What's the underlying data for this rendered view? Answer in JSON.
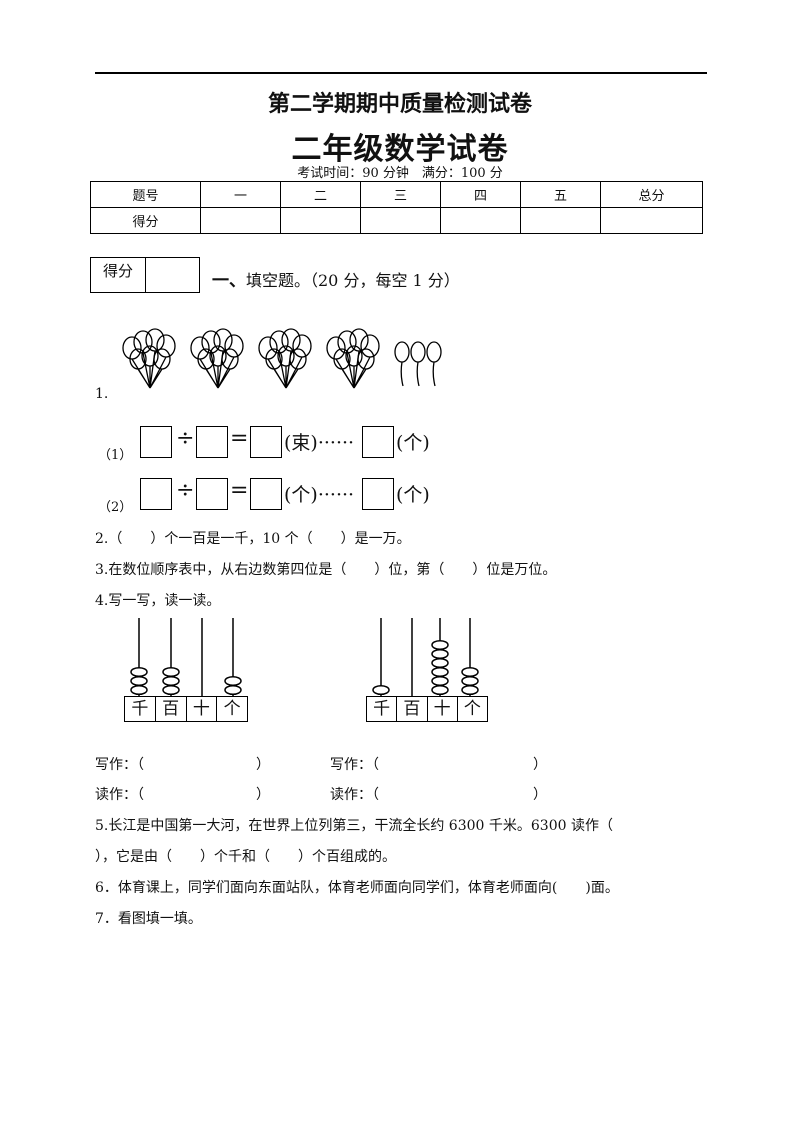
{
  "header": {
    "title": "第二学期期中质量检测试卷",
    "subtitle": "二年级数学试卷",
    "exam_info": "考试时间：90 分钟　满分：100 分"
  },
  "score_table": {
    "header_row": [
      "题号",
      "一",
      "二",
      "三",
      "四",
      "五",
      "总分"
    ],
    "score_row_label": "得分"
  },
  "section1": {
    "score_label": "得分",
    "heading_num": "一、",
    "heading_text": "填空题。（20 分，每空 1 分）"
  },
  "questions": {
    "q1_num": "1.",
    "q1_eq1_label": "（1）",
    "q1_eq2_label": "（2）",
    "div_sign": "÷",
    "eq_sign": "=",
    "q1_eq1_unit1": "(束)······",
    "q1_eq1_unit2": "(个)",
    "q1_eq2_unit1": "(个)······",
    "q1_eq2_unit2": "(个)",
    "q2": "2.（　　）个一百是一千，10 个（　　）是一万。",
    "q3": "3.在数位顺序表中，从右边数第四位是（　　）位，第（　　）位是万位。",
    "q4": "4.写一写，读一读。",
    "q4_write1": "写作：（　　　　　　　　）",
    "q4_write2": "写作：（　　　　　　　　　　　）",
    "q4_read1": "读作：（　　　　　　　　）",
    "q4_read2": "读作：（　　　　　　　　　　　）",
    "q5_line1": "5.长江是中国第一大河，在世界上位列第三，干流全长约 6300 千米。6300 读作（",
    "q5_line2": "），它是由（　　）个千和（　　）个百组成的。",
    "q6": "6．体育课上，同学们面向东面站队，体育老师面向同学们，体育老师面向(　　)面。",
    "q7": "7．看图填一填。"
  },
  "abacus": {
    "place_labels": [
      "千",
      "百",
      "十",
      "个"
    ],
    "left_beads": [
      3,
      3,
      0,
      2
    ],
    "right_beads": [
      1,
      0,
      6,
      3
    ]
  }
}
